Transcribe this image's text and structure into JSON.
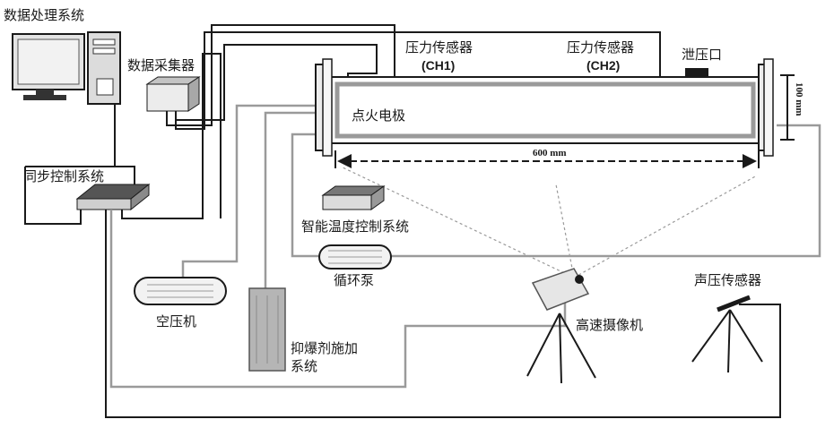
{
  "labels": {
    "data_processing": "数据处理系统",
    "data_acquisition": "数据采集器",
    "sync_control": "同步控制系统",
    "pressure_sensor_1": "压力传感器",
    "channel_1": "(CH1)",
    "pressure_sensor_2": "压力传感器",
    "channel_2": "(CH2)",
    "vent": "泄压口",
    "tube_height": "100 mm",
    "ignition_electrode": "点火电极",
    "tube_length": "600 mm",
    "temperature_control": "智能温度控制系统",
    "circulation_pump": "循环泵",
    "air_compressor": "空压机",
    "suppressant_line1": "抑爆剂施加",
    "suppressant_line2": "系统",
    "high_speed_camera": "高速摄像机",
    "sound_sensor": "声压传感器"
  },
  "colors": {
    "line": "#1a1a1a",
    "grey_line": "#9a9a9a",
    "tube_fill": "#e6e6e6",
    "device_fill": "#d9d9d9"
  }
}
